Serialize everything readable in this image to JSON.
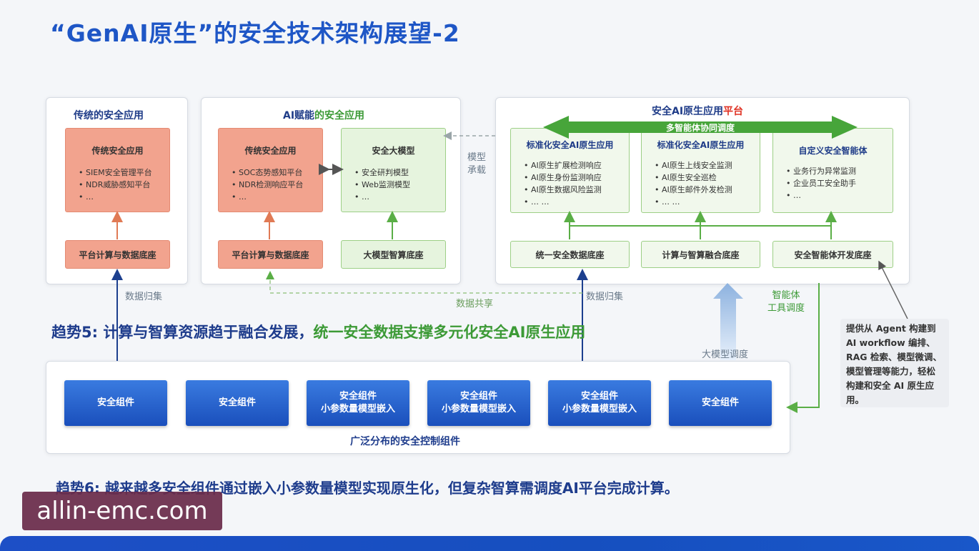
{
  "title": "“GenAI原生”的安全技术架构展望-2",
  "panel1": {
    "title": "传统的安全应用",
    "box_title": "传统安全应用",
    "items": [
      "SIEM安全管理平台",
      "NDR威胁感知平台",
      "…"
    ],
    "base": "平台计算与数据底座"
  },
  "panel2": {
    "title_a": "AI赋能",
    "title_b": "的安全应用",
    "left_title": "传统安全应用",
    "left_items": [
      "SOC态势感知平台",
      "NDR检测响应平台",
      "…"
    ],
    "right_title": "安全大模型",
    "right_items": [
      "安全研判模型",
      "Web监测模型",
      "…"
    ],
    "base_left": "平台计算与数据底座",
    "base_right": "大模型智算底座"
  },
  "panel3": {
    "title_a": "安全AI原生应用",
    "title_b": "平台",
    "arrow_label": "多智能体协同调度",
    "col1_title": "标准化安全AI原生应用",
    "col1_items": [
      "AI原生扩展检测响应",
      "AI原生身份监测响应",
      "AI原生数据风险监测",
      "… …"
    ],
    "col2_title": "标准化安全AI原生应用",
    "col2_items": [
      "AI原生上线安全监测",
      "AI原生安全巡检",
      "AI原生邮件外发检测",
      "… …"
    ],
    "col3_title": "自定义安全智能体",
    "col3_items": [
      "业务行为异常监测",
      "企业员工安全助手",
      "…"
    ],
    "base1": "统一安全数据底座",
    "base2": "计算与智算融合底座",
    "base3": "安全智能体开发底座"
  },
  "labels": {
    "model_carry": "模型\n承载",
    "data_collect_1": "数据归集",
    "data_collect_2": "数据归集",
    "data_share": "数据共享",
    "agent_tools": "智能体\n工具调度",
    "llm_schedule": "大模型调度"
  },
  "trend5": {
    "a": "趋势5: 计算与智算资源趋于融合发展，",
    "b": "统一安全数据支撑多元化安全AI原生应用"
  },
  "components": {
    "items": [
      "安全组件",
      "安全组件",
      "安全组件\n小参数量模型嵌入",
      "安全组件\n小参数量模型嵌入",
      "安全组件\n小参数量模型嵌入",
      "安全组件"
    ],
    "caption": "广泛分布的安全控制组件"
  },
  "callout": "提供从 Agent 构建到 AI workflow 编排、RAG 检索、模型微调、模型管理等能力，轻松构建和安全 AI 原生应用。",
  "trend6": {
    "a": "趋势6: 越来越多安全组件通过嵌入小参数量模型实现原生化，",
    "b": "但复杂智算需调度AI平台完成计算。"
  },
  "watermark": "allin-emc.com",
  "colors": {
    "title_blue": "#1e56c6",
    "highlight_green": "#3c9a36",
    "orange_box": "#f2a38e",
    "green_box": "#e6f4de",
    "component_blue": "#1a4fbc"
  }
}
